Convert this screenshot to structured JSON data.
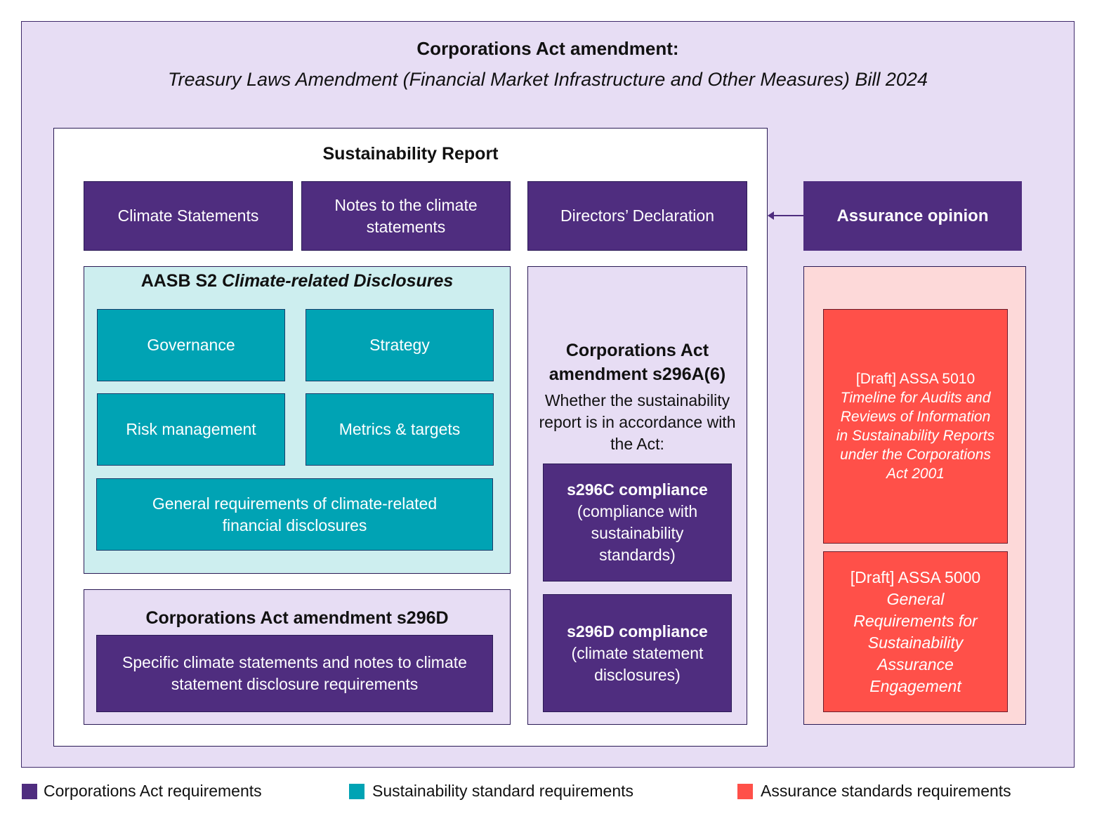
{
  "header": {
    "title": "Corporations Act amendment:",
    "subtitle": "Treasury Laws Amendment (Financial Market Infrastructure and Other Measures) Bill 2024"
  },
  "report": {
    "title": "Sustainability Report",
    "climate_statements": "Climate Statements",
    "notes": "Notes to the climate statements",
    "directors_declaration": "Directors’ Declaration"
  },
  "aasb": {
    "title_prefix": "AASB S2 ",
    "title_italic": "Climate-related Disclosures",
    "items": [
      "Governance",
      "Strategy",
      "Risk management",
      "Metrics & targets"
    ],
    "general": "General requirements of climate-related financial disclosures"
  },
  "s296d_panel": {
    "title": "Corporations Act amendment s296D",
    "text": "Specific climate statements and notes to climate statement disclosure requirements"
  },
  "s296a": {
    "title": "Corporations Act amendment s296A(6)",
    "text": "Whether the sustainability report is in accordance with the Act:",
    "c_bold": "s296C compliance",
    "c_text": "(compliance with sustainability standards)",
    "d_bold": "s296D compliance",
    "d_text": "(climate statement disclosures)"
  },
  "assurance": {
    "opinion": "Assurance opinion",
    "assa5010_code": "[Draft] ASSA 5010",
    "assa5010_title": "Timeline for Audits and Reviews of Information in Sustainability Reports under the Corporations Act 2001",
    "assa5000_code": "[Draft] ASSA 5000",
    "assa5000_title": "General Requirements for Sustainability Assurance Engagement"
  },
  "legend": [
    {
      "label": "Corporations Act requirements",
      "color": "#4f2d7f"
    },
    {
      "label": "Sustainability standard requirements",
      "color": "#00a3b4"
    },
    {
      "label": "Assurance standards requirements",
      "color": "#ff5049"
    }
  ]
}
